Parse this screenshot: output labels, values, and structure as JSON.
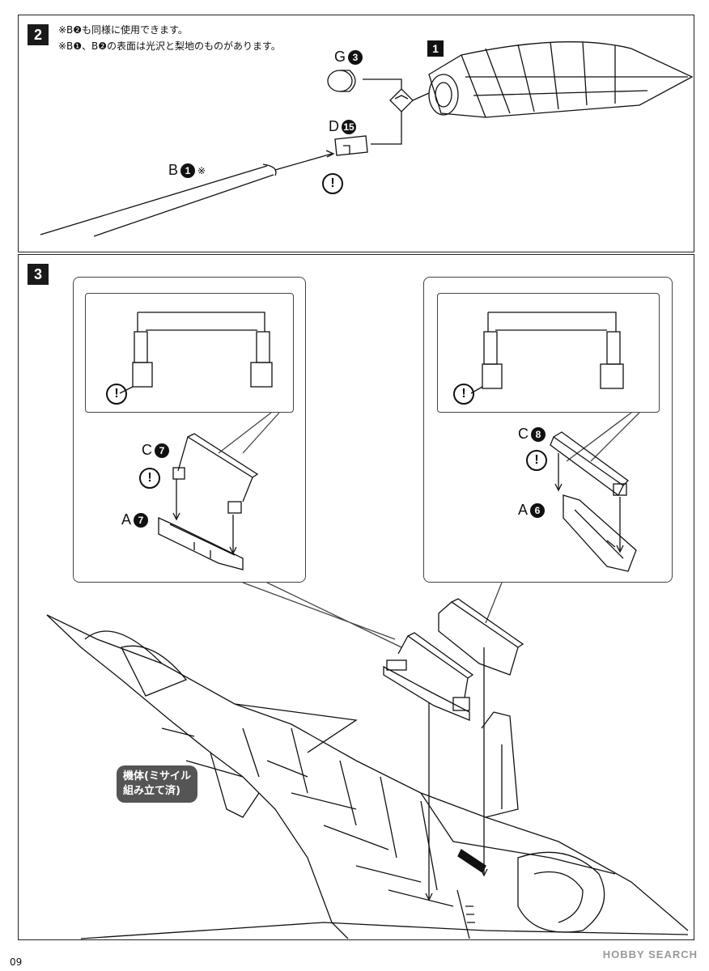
{
  "step2": {
    "number": "2",
    "notes": [
      "※B❷も同様に使用できます。",
      "※B❶、B❷の表面は光沢と梨地のものがあります。"
    ],
    "assembly_ref": "1",
    "parts": {
      "g": {
        "letter": "G",
        "num": "3"
      },
      "d": {
        "letter": "D",
        "num": "15"
      },
      "b": {
        "letter": "B",
        "num": "1",
        "mark": "※"
      }
    },
    "warning": "!"
  },
  "step3": {
    "number": "3",
    "left": {
      "c": {
        "letter": "C",
        "num": "7"
      },
      "a": {
        "letter": "A",
        "num": "7"
      }
    },
    "right": {
      "c": {
        "letter": "C",
        "num": "8"
      },
      "a": {
        "letter": "A",
        "num": "6"
      }
    },
    "warning": "!",
    "body_label_line1": "機体(ミサイル",
    "body_label_line2": "組み立て済)"
  },
  "footer": {
    "page": "09",
    "watermark": "HOBBY SEARCH"
  }
}
